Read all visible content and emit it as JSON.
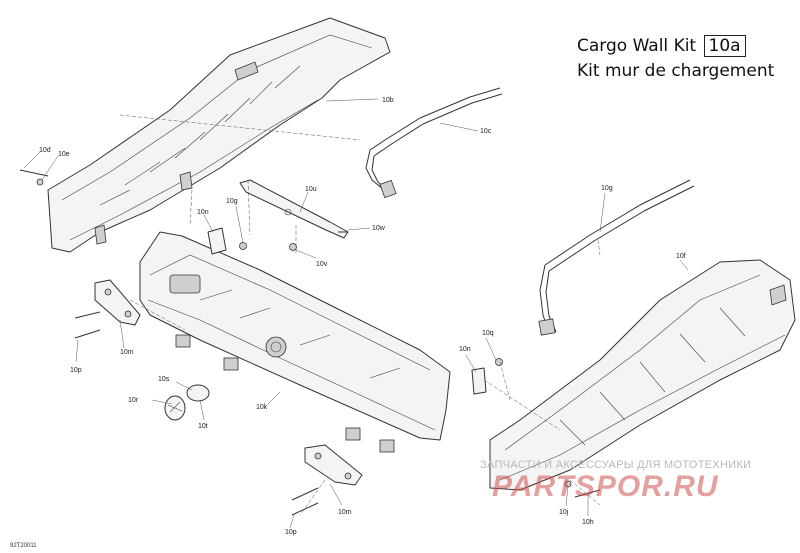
{
  "title": {
    "line1_text": "Cargo Wall Kit",
    "code": "10a",
    "line2_text": "Kit mur de chargement"
  },
  "labels": {
    "l10b": "10b",
    "l10c": "10c",
    "l10d": "10d",
    "l10e": "10e",
    "l10u": "10u",
    "l10w": "10w",
    "l10g_top": "10g",
    "l10n_top": "10n",
    "l10v": "10v",
    "l10g_right": "10g",
    "l10f": "10f",
    "l10q": "10q",
    "l10n_right": "10n",
    "l10m_left": "10m",
    "l10p_left": "10p",
    "l10s": "10s",
    "l10r": "10r",
    "l10t": "10t",
    "l10k": "10k",
    "l10m_bottom": "10m",
    "l10p_bottom": "10p",
    "l10j": "10j",
    "l10h": "10h"
  },
  "footer_code": "92T20011",
  "watermark": {
    "text": "ЗАПЧАСТИ И АКСЕССУАРЫ ДЛЯ МОТОТЕХНИКИ",
    "logo": "PARTSPOR.RU",
    "color": "#cd5050"
  }
}
